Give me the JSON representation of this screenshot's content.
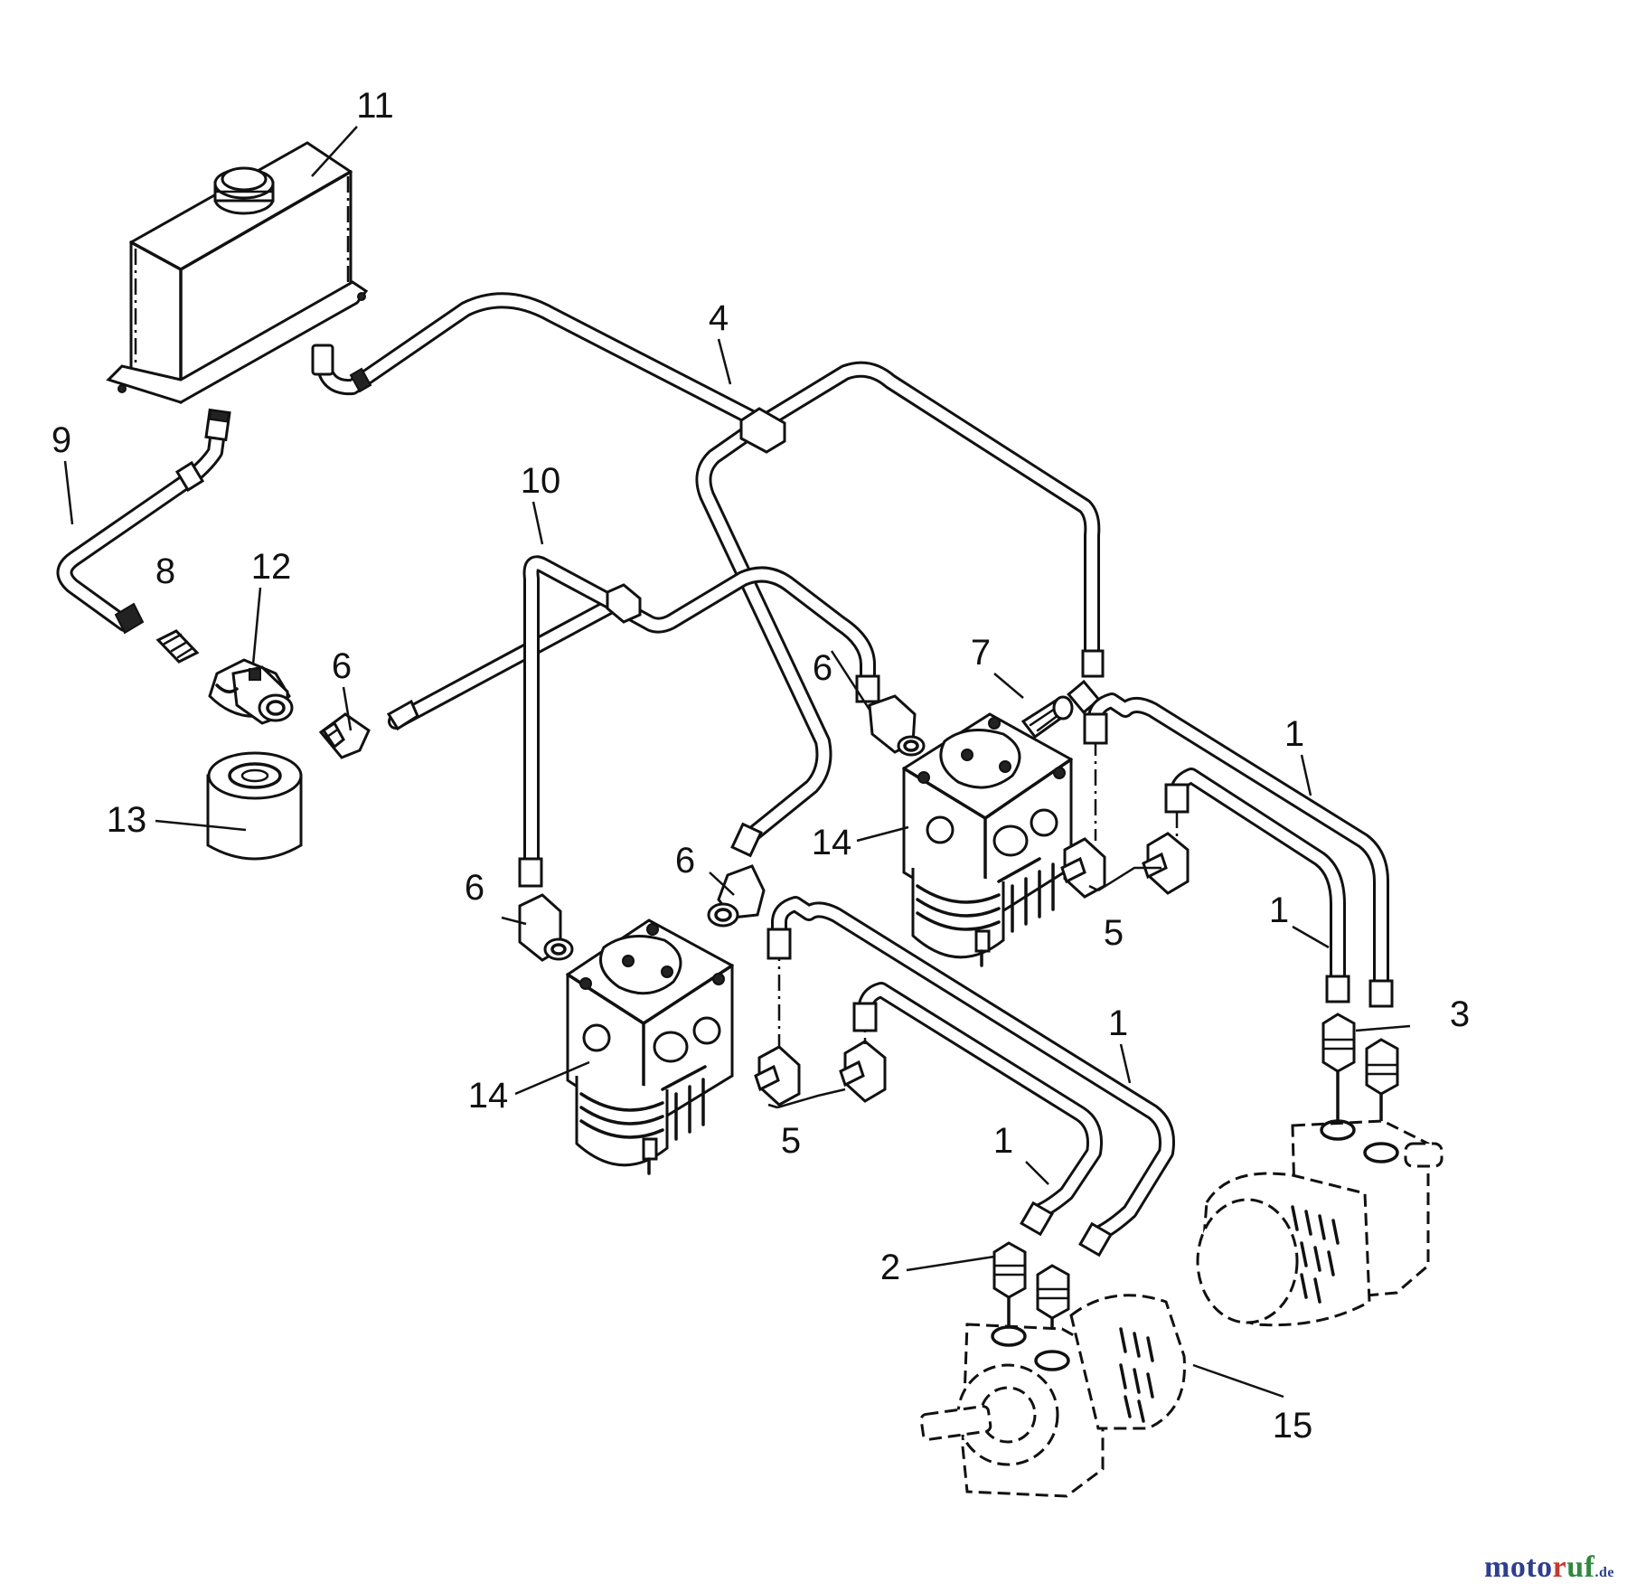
{
  "callouts": [
    {
      "id": "c11",
      "text": "11"
    },
    {
      "id": "c4",
      "text": "4"
    },
    {
      "id": "c9",
      "text": "9"
    },
    {
      "id": "c10",
      "text": "10"
    },
    {
      "id": "c8",
      "text": "8"
    },
    {
      "id": "c12",
      "text": "12"
    },
    {
      "id": "c6a",
      "text": "6"
    },
    {
      "id": "c6b",
      "text": "6"
    },
    {
      "id": "c6c",
      "text": "6"
    },
    {
      "id": "c6d",
      "text": "6"
    },
    {
      "id": "c7",
      "text": "7"
    },
    {
      "id": "c13",
      "text": "13"
    },
    {
      "id": "c14a",
      "text": "14"
    },
    {
      "id": "c14b",
      "text": "14"
    },
    {
      "id": "c1a",
      "text": "1"
    },
    {
      "id": "c1b",
      "text": "1"
    },
    {
      "id": "c1c",
      "text": "1"
    },
    {
      "id": "c1d",
      "text": "1"
    },
    {
      "id": "c5a",
      "text": "5"
    },
    {
      "id": "c5b",
      "text": "5"
    },
    {
      "id": "c3",
      "text": "3"
    },
    {
      "id": "c2",
      "text": "2"
    },
    {
      "id": "c15",
      "text": "15"
    }
  ],
  "watermark": {
    "part_a": "moto",
    "part_b": "r",
    "part_c": "uf",
    "part_d": ".de"
  },
  "colors": {
    "line": "#111111",
    "background": "#ffffff",
    "watermark_blue": "#2e3f8f",
    "watermark_red": "#c23a2e",
    "watermark_green": "#2e8a3c"
  }
}
